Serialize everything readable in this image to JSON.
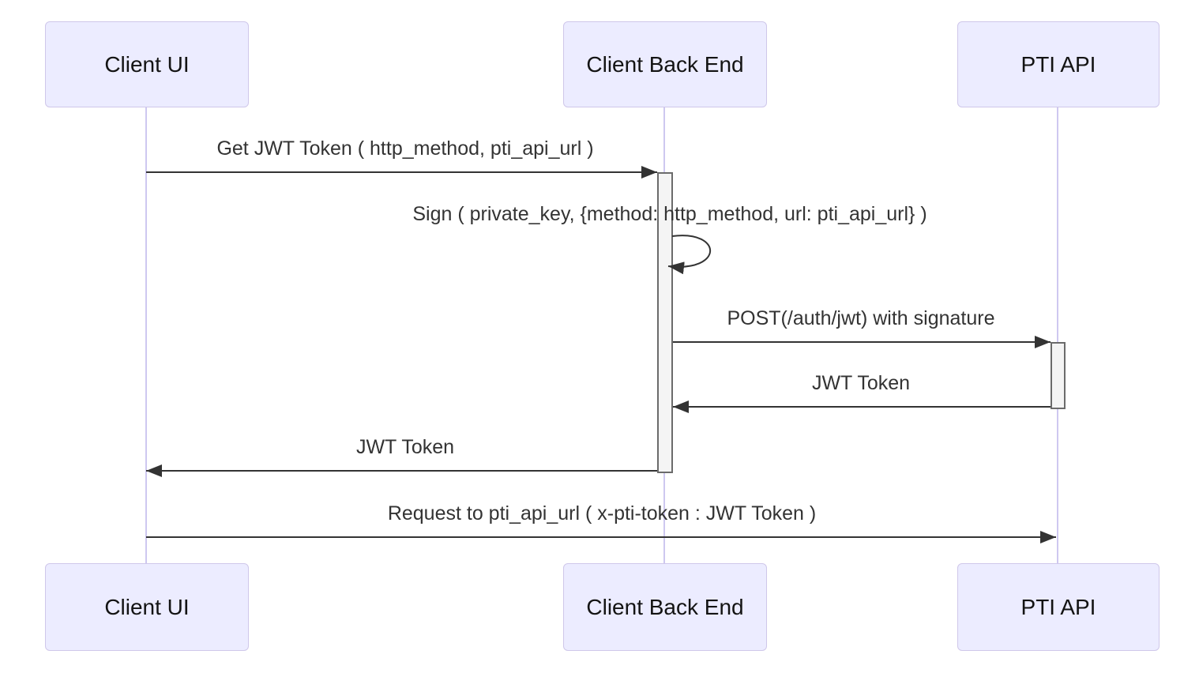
{
  "diagram": {
    "type": "sequence-diagram",
    "background": "#ffffff",
    "colors": {
      "actor_fill": "#ececff",
      "actor_border": "#cfc7ea",
      "actor_text": "#131313",
      "lifeline": "#cec8f0",
      "activation_fill": "#f4f4f4",
      "activation_border": "#6b6b6b",
      "message_line": "#333333",
      "message_text": "#333333"
    },
    "actors": [
      {
        "id": "client-ui",
        "label": "Client UI"
      },
      {
        "id": "client-back-end",
        "label": "Client Back End"
      },
      {
        "id": "pti-api",
        "label": "PTI API"
      }
    ],
    "messages": [
      {
        "from": "client-ui",
        "to": "client-back-end",
        "arrow": "solid-filled-head",
        "text": "Get JWT Token ( http_method, pti_api_url )"
      },
      {
        "from": "client-back-end",
        "to": "client-back-end",
        "arrow": "self-loop",
        "text": "Sign ( private_key, {method: http_method, url: pti_api_url} )"
      },
      {
        "from": "client-back-end",
        "to": "pti-api",
        "arrow": "solid-filled-head",
        "text": "POST(/auth/jwt) with signature"
      },
      {
        "from": "pti-api",
        "to": "client-back-end",
        "arrow": "solid-filled-head",
        "text": "JWT Token"
      },
      {
        "from": "client-back-end",
        "to": "client-ui",
        "arrow": "solid-filled-head",
        "text": "JWT Token"
      },
      {
        "from": "client-ui",
        "to": "pti-api",
        "arrow": "solid-filled-head",
        "text": "Request to pti_api_url ( x-pti-token : JWT Token )"
      }
    ],
    "activations": [
      {
        "actor": "client-back-end"
      },
      {
        "actor": "pti-api"
      }
    ]
  }
}
